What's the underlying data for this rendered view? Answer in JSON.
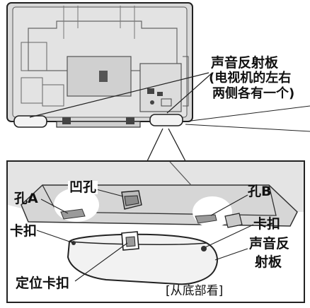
{
  "callout_top": {
    "title": "声音反射板",
    "note_line1": "(电视机的左右",
    "note_line2": "两侧各有一个)"
  },
  "detail": {
    "recess_label": "凹孔",
    "hole_a_label": "孔A",
    "hole_b_label": "孔B",
    "clip_left_label": "卡扣",
    "clip_right_label": "卡扣",
    "reflector_line1": "声音反",
    "reflector_line2": "射板",
    "locating_clip_label": "定位卡扣",
    "view_caption": "[从底部看]"
  },
  "colors": {
    "line": "#1a1a1a",
    "panel_fill": "#e6e6e6",
    "panel_dark": "#bdbdbd",
    "hole_white": "#ffffff"
  }
}
